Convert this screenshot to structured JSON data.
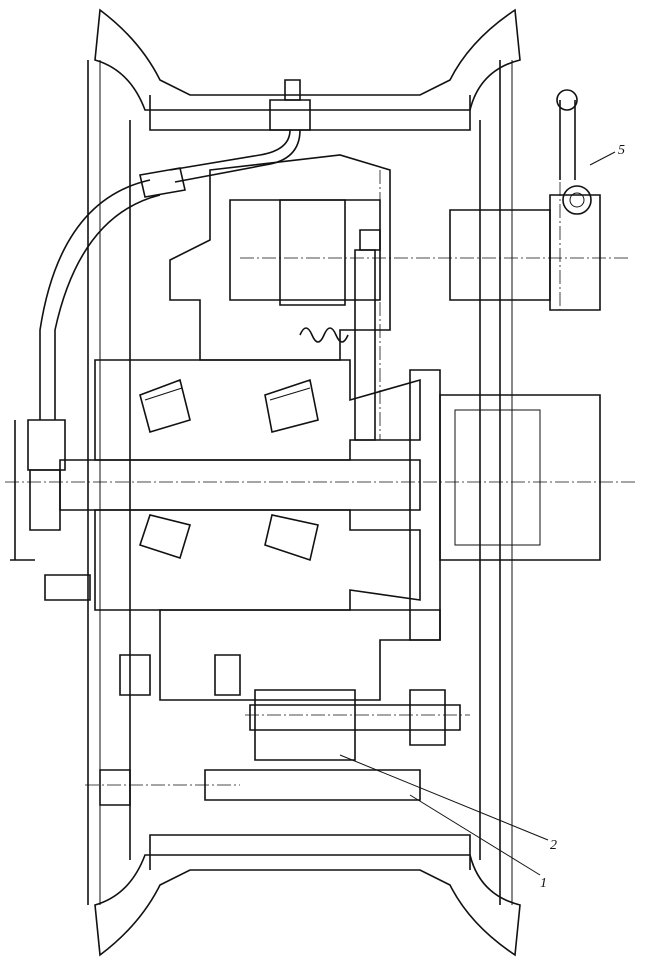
{
  "callouts": {
    "c1": "1",
    "c2": "2",
    "c5": "5"
  },
  "colors": {
    "ink": "#111111",
    "paper": "#ffffff"
  }
}
